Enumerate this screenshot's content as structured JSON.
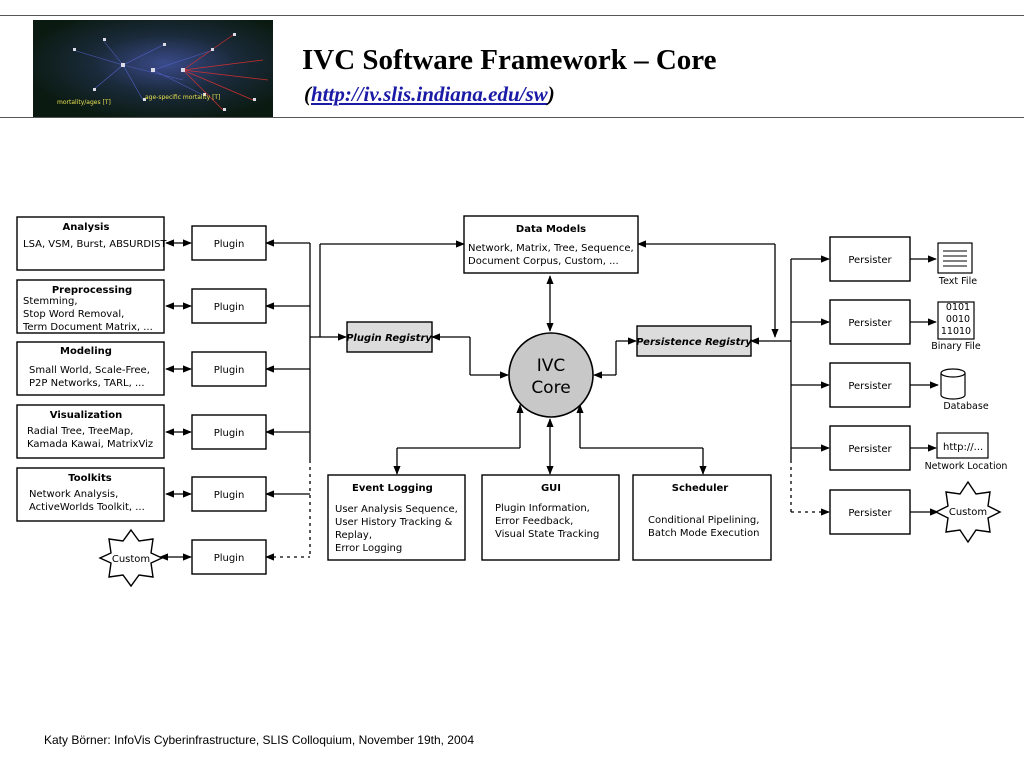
{
  "header": {
    "title": "IVC Software Framework – Core",
    "subtitle_open": "(",
    "subtitle_link": "http://iv.slis.indiana.edu/sw",
    "subtitle_close": ")",
    "image_labels": [
      "mortality/ages [T]",
      "age-specific mortality [T]"
    ]
  },
  "diagram": {
    "core": {
      "line1": "IVC",
      "line2": "Core"
    },
    "data_models": {
      "title": "Data Models",
      "lines": [
        "Network, Matrix, Tree, Sequence,",
        "Document Corpus, Custom, ..."
      ]
    },
    "plugin_registry": "Plugin Registry",
    "persistence_registry": "Persistence Registry",
    "left_modules": [
      {
        "title": "Analysis",
        "lines": [
          "LSA, VSM, Burst, ABSURDIST"
        ]
      },
      {
        "title": "Preprocessing",
        "lines": [
          "Stemming,",
          "Stop Word Removal,",
          "Term Document Matrix, ..."
        ]
      },
      {
        "title": "Modeling",
        "lines": [
          "Small World, Scale-Free,",
          "P2P Networks, TARL, ..."
        ]
      },
      {
        "title": "Visualization",
        "lines": [
          "Radial Tree, TreeMap,",
          "Kamada Kawai, MatrixViz"
        ]
      },
      {
        "title": "Toolkits",
        "lines": [
          "Network Analysis,",
          "ActiveWorlds Toolkit, ..."
        ]
      }
    ],
    "plugin_label": "Plugin",
    "persister_label": "Persister",
    "custom_label": "Custom",
    "bottom_modules": [
      {
        "title": "Event Logging",
        "lines": [
          "User Analysis Sequence,",
          "User History Tracking &",
          "Replay,",
          "Error Logging"
        ]
      },
      {
        "title": "GUI",
        "lines": [
          "Plugin Information,",
          "Error Feedback,",
          "Visual State Tracking"
        ]
      },
      {
        "title": "Scheduler",
        "lines": [
          "Conditional Pipelining,",
          "Batch Mode Execution"
        ]
      }
    ],
    "storage": {
      "text_file": "Text File",
      "binary_file": "Binary File",
      "binary_digits": [
        "0101",
        "0010",
        "11010"
      ],
      "database": "Database",
      "network_location": "Network Location",
      "url_text": "http://..."
    }
  },
  "footer": "Katy Börner: InfoVis Cyberinfrastructure, SLIS Colloquium, November 19th, 2004"
}
